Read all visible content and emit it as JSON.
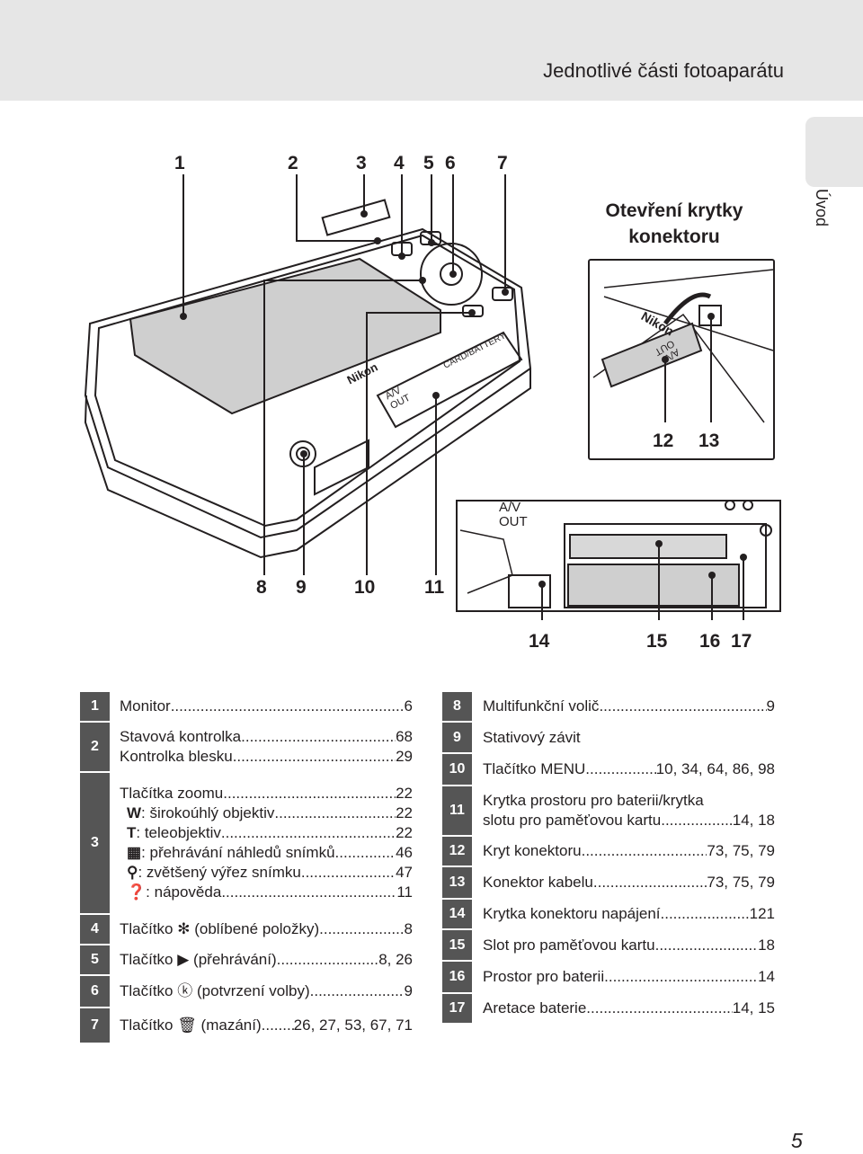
{
  "header": {
    "title": "Jednotlivé části fotoaparátu",
    "side_tab": "Úvod"
  },
  "figure": {
    "callouts_top": [
      "1",
      "2",
      "3",
      "4",
      "5",
      "6",
      "7"
    ],
    "callouts_bottom": [
      "8",
      "9",
      "10",
      "11"
    ],
    "callouts_connector": [
      "12",
      "13"
    ],
    "callouts_slot": [
      "14",
      "15",
      "16",
      "17"
    ],
    "connector_title_line1": "Otevření krytky",
    "connector_title_line2": "konektoru",
    "av_out_line1": "A/V",
    "av_out_line2": "OUT",
    "brand": "Nikon",
    "card_battery": "CARD/BATTERY"
  },
  "left_table": [
    {
      "num": "1",
      "lines": [
        {
          "icon": "",
          "label": "Monitor",
          "page": "6"
        }
      ]
    },
    {
      "num": "2",
      "lines": [
        {
          "icon": "",
          "label": "Stavová kontrolka",
          "page": "68"
        },
        {
          "icon": "",
          "label": "Kontrolka blesku",
          "page": "29"
        }
      ]
    },
    {
      "num": "3",
      "lines": [
        {
          "icon": "",
          "label": "Tlačítka zoomu",
          "page": "22"
        },
        {
          "icon": "W",
          "label": ": širokoúhlý objektiv",
          "page": "22"
        },
        {
          "icon": "T",
          "label": ": teleobjektiv",
          "page": "22"
        },
        {
          "icon": "▦",
          "label": ": přehrávání náhledů snímků",
          "page": "46"
        },
        {
          "icon": "⚲",
          "label": ": zvětšený výřez snímku",
          "page": "47"
        },
        {
          "icon": "❓",
          "label": ": nápověda",
          "page": "11"
        }
      ]
    },
    {
      "num": "4",
      "lines": [
        {
          "icon": "",
          "label": "Tlačítko ✻ (oblíbené položky)",
          "page": "8"
        }
      ]
    },
    {
      "num": "5",
      "lines": [
        {
          "icon": "",
          "label": "Tlačítko ▶ (přehrávání)",
          "page": "8, 26"
        }
      ]
    },
    {
      "num": "6",
      "lines": [
        {
          "icon": "",
          "label": "Tlačítko ⓚ (potvrzení volby)",
          "page": "9"
        }
      ]
    },
    {
      "num": "7",
      "lines": [
        {
          "icon": "",
          "label": "Tlačítko 🗑 (mazání)",
          "page": "26, 27, 53, 67, 71"
        }
      ]
    }
  ],
  "right_table": [
    {
      "num": "8",
      "lines": [
        {
          "label": "Multifunkční volič",
          "page": "9"
        }
      ]
    },
    {
      "num": "9",
      "lines": [
        {
          "label": "Stativový závit",
          "page": ""
        }
      ]
    },
    {
      "num": "10",
      "lines": [
        {
          "label": "Tlačítko MENU",
          "page": "10, 34, 64, 86, 98"
        }
      ]
    },
    {
      "num": "11",
      "lines": [
        {
          "label": "Krytka prostoru pro baterii/krytka",
          "page": ""
        },
        {
          "label": "slotu pro paměťovou kartu",
          "page": "14, 18"
        }
      ]
    },
    {
      "num": "12",
      "lines": [
        {
          "label": "Kryt konektoru",
          "page": "73, 75, 79"
        }
      ]
    },
    {
      "num": "13",
      "lines": [
        {
          "label": "Konektor kabelu",
          "page": "73, 75, 79"
        }
      ]
    },
    {
      "num": "14",
      "lines": [
        {
          "label": "Krytka konektoru napájení",
          "page": "121"
        }
      ]
    },
    {
      "num": "15",
      "lines": [
        {
          "label": "Slot pro paměťovou kartu",
          "page": "18"
        }
      ]
    },
    {
      "num": "16",
      "lines": [
        {
          "label": "Prostor pro baterii",
          "page": "14"
        }
      ]
    },
    {
      "num": "17",
      "lines": [
        {
          "label": "Aretace baterie",
          "page": "14, 15"
        }
      ]
    }
  ],
  "page_number": "5"
}
